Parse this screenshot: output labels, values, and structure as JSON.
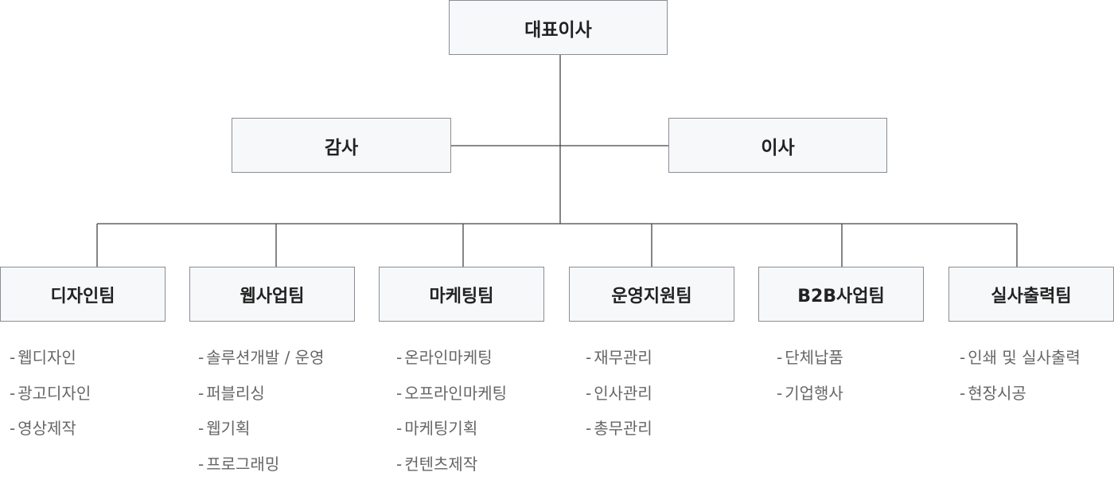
{
  "org_chart": {
    "ceo": "대표이사",
    "auditor": "감사",
    "director": "이사",
    "dash": "-",
    "teams": [
      {
        "name": "디자인팀",
        "duties": [
          "웹디자인",
          "광고디자인",
          "영상제작"
        ]
      },
      {
        "name": "웹사업팀",
        "duties": [
          "솔루션개발 / 운영",
          "퍼블리싱",
          "웹기획",
          "프로그래밍"
        ]
      },
      {
        "name": "마케팅팀",
        "duties": [
          "온라인마케팅",
          "오프라인마케팅",
          "마케팅기획",
          "컨텐츠제작"
        ]
      },
      {
        "name": "운영지원팀",
        "duties": [
          "재무관리",
          "인사관리",
          "총무관리"
        ]
      },
      {
        "name": "B2B사업팀",
        "duties": [
          "단체납품",
          "기업행사"
        ]
      },
      {
        "name": "실사출력팀",
        "duties": [
          "인쇄 및 실사출력",
          "현장시공"
        ]
      }
    ]
  },
  "colors": {
    "box_fill": "#f7f8fa",
    "box_border": "#8a8d92",
    "line": "#444444",
    "title_text": "#222222",
    "duty_text": "#666666"
  }
}
